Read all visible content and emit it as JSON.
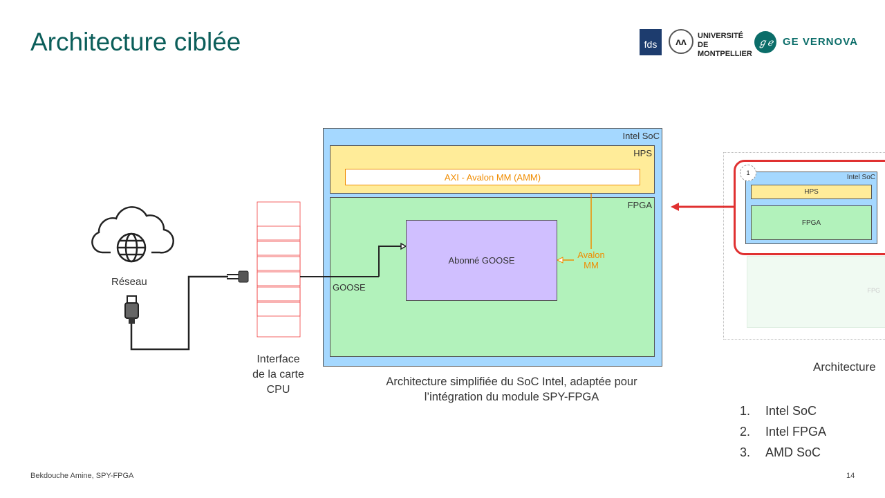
{
  "title": "Architecture ciblée",
  "logos": {
    "fds": "fds",
    "um": "UNIVERSITÉ DE MONTPELLIER",
    "ge": "GE VERNOVA"
  },
  "left": {
    "network_label": "Réseau",
    "interface_label_lines": [
      "Interface",
      "de la carte",
      "CPU"
    ]
  },
  "diagram": {
    "soc": "Intel SoC",
    "hps": "HPS",
    "axi": "AXI - Avalon MM (AMM)",
    "fpga": "FPGA",
    "subscriber": "Abonné GOOSE",
    "avalon_lines": [
      "Avalon",
      "MM"
    ],
    "goose": "GOOSE"
  },
  "caption_lines": [
    "Architecture simplifiée du SoC Intel, adaptée pour",
    "l’intégration du module SPY-FPGA"
  ],
  "thumbnail": {
    "badge": "1",
    "soc": "Intel SoC",
    "hps": "HPS",
    "fpga": "FPGA",
    "faded_fpga": "FPG",
    "caption": "Architecture"
  },
  "list": [
    {
      "n": "1.",
      "t": "Intel SoC"
    },
    {
      "n": "2.",
      "t": "Intel FPGA"
    },
    {
      "n": "3.",
      "t": "AMD SoC"
    }
  ],
  "footer": {
    "author": "Bekdouche Amine, SPY-FPGA",
    "page": "14"
  },
  "colors": {
    "title": "#0b5e5a",
    "soc": "#a5d8ff",
    "hps": "#ffec99",
    "fpga": "#b2f2bb",
    "subscriber": "#d0bfff",
    "avalon": "#f08c00",
    "highlight": "#e03131"
  }
}
